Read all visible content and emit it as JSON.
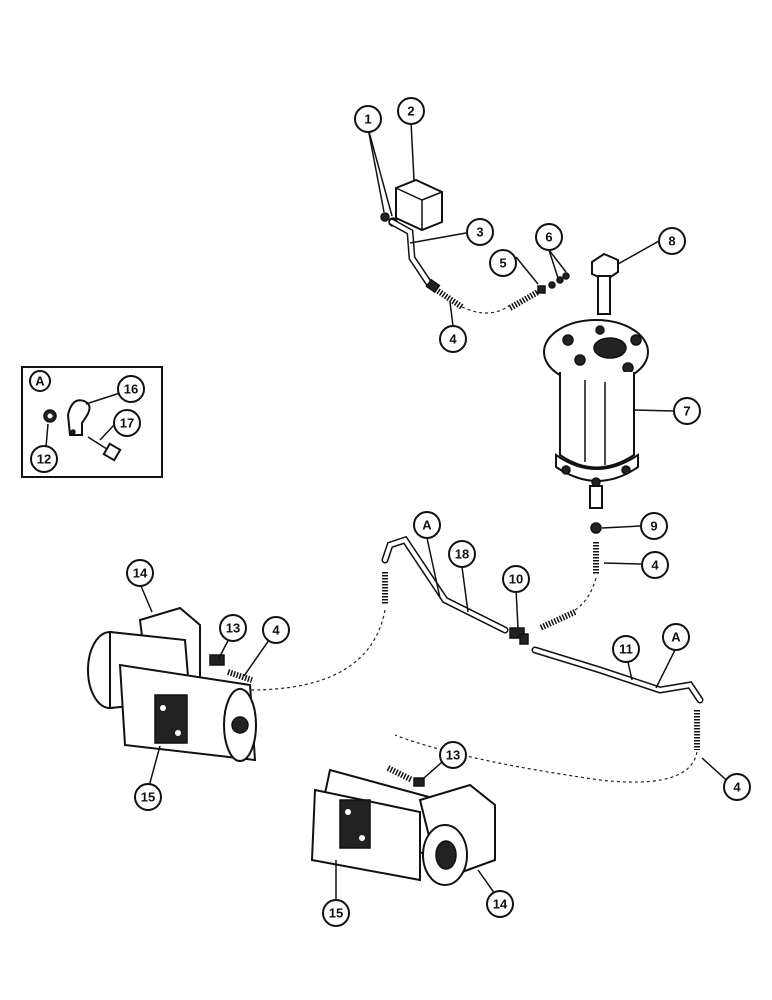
{
  "diagram": {
    "callouts": [
      {
        "label": "1"
      },
      {
        "label": "2"
      },
      {
        "label": "3"
      },
      {
        "label": "4"
      },
      {
        "label": "5"
      },
      {
        "label": "6"
      },
      {
        "label": "8"
      },
      {
        "label": "7"
      },
      {
        "label": "9"
      },
      {
        "label": "4"
      },
      {
        "label": "A"
      },
      {
        "label": "18"
      },
      {
        "label": "10"
      },
      {
        "label": "14"
      },
      {
        "label": "13"
      },
      {
        "label": "4"
      },
      {
        "label": "11"
      },
      {
        "label": "A"
      },
      {
        "label": "4"
      },
      {
        "label": "15"
      },
      {
        "label": "13"
      },
      {
        "label": "15"
      },
      {
        "label": "14"
      }
    ],
    "inset": {
      "label": "A",
      "callouts": [
        {
          "label": "16"
        },
        {
          "label": "17"
        },
        {
          "label": "12"
        }
      ]
    }
  }
}
